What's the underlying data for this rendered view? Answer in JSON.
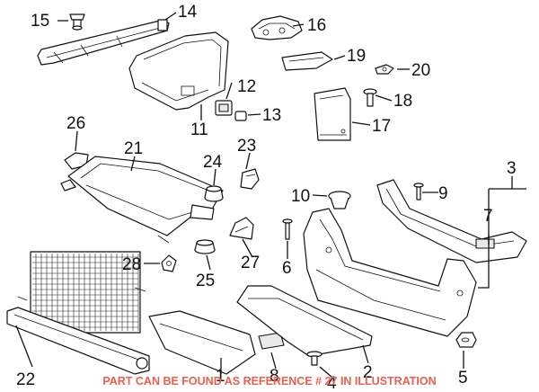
{
  "footer_note": "PART CAN BE FOUND AS REFERENCE # 27 IN ILLUSTRATION",
  "colors": {
    "line": "#111111",
    "footer": "#e8604f",
    "fill": "#ffffff"
  },
  "callouts": {
    "c1": "1",
    "c2": "2",
    "c3": "3",
    "c4": "4",
    "c5": "5",
    "c6": "6",
    "c7": "7",
    "c8": "8",
    "c9": "9",
    "c10": "10",
    "c11": "11",
    "c12": "12",
    "c13": "13",
    "c14": "14",
    "c15": "15",
    "c16": "16",
    "c17": "17",
    "c18": "18",
    "c19": "19",
    "c20": "20",
    "c21": "21",
    "c22": "22",
    "c23": "23",
    "c24": "24",
    "c25": "25",
    "c26": "26",
    "c27": "27",
    "c28": "28"
  }
}
